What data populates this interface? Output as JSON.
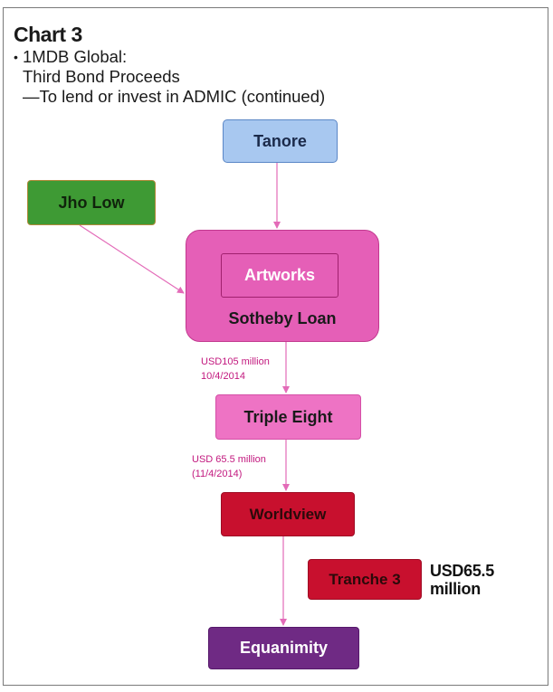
{
  "chart": {
    "title": "Chart 3",
    "subtitle": {
      "bullet": "•",
      "line1": "1MDB Global:",
      "line2": "Third Bond Proceeds",
      "line3": "—To lend or invest in ADMIC (continued)"
    }
  },
  "nodes": {
    "tanore": "Tanore",
    "jho_low": "Jho Low",
    "artworks": "Artworks",
    "sotheby_loan": "Sotheby Loan",
    "triple_eight": "Triple Eight",
    "worldview": "Worldview",
    "tranche_3": "Tranche 3",
    "equanimity": "Equanimity"
  },
  "flows": {
    "to_triple_eight": {
      "amount": "USD105 million",
      "date": "10/4/2014"
    },
    "to_worldview": {
      "amount": "USD 65.5 million",
      "date": "(11/4/2014)"
    },
    "tranche_amount": {
      "line1": "USD65.5",
      "line2": "million"
    }
  },
  "colors": {
    "tanore": "#a8c8f0",
    "jho_low": "#3e9a34",
    "sotheby_loan": "#e55fb7",
    "triple_eight": "#ee73c4",
    "worldview": "#c8102e",
    "equanimity": "#6f2a84",
    "arrow": "#e36bb8",
    "amount_text": "#c2187e"
  }
}
